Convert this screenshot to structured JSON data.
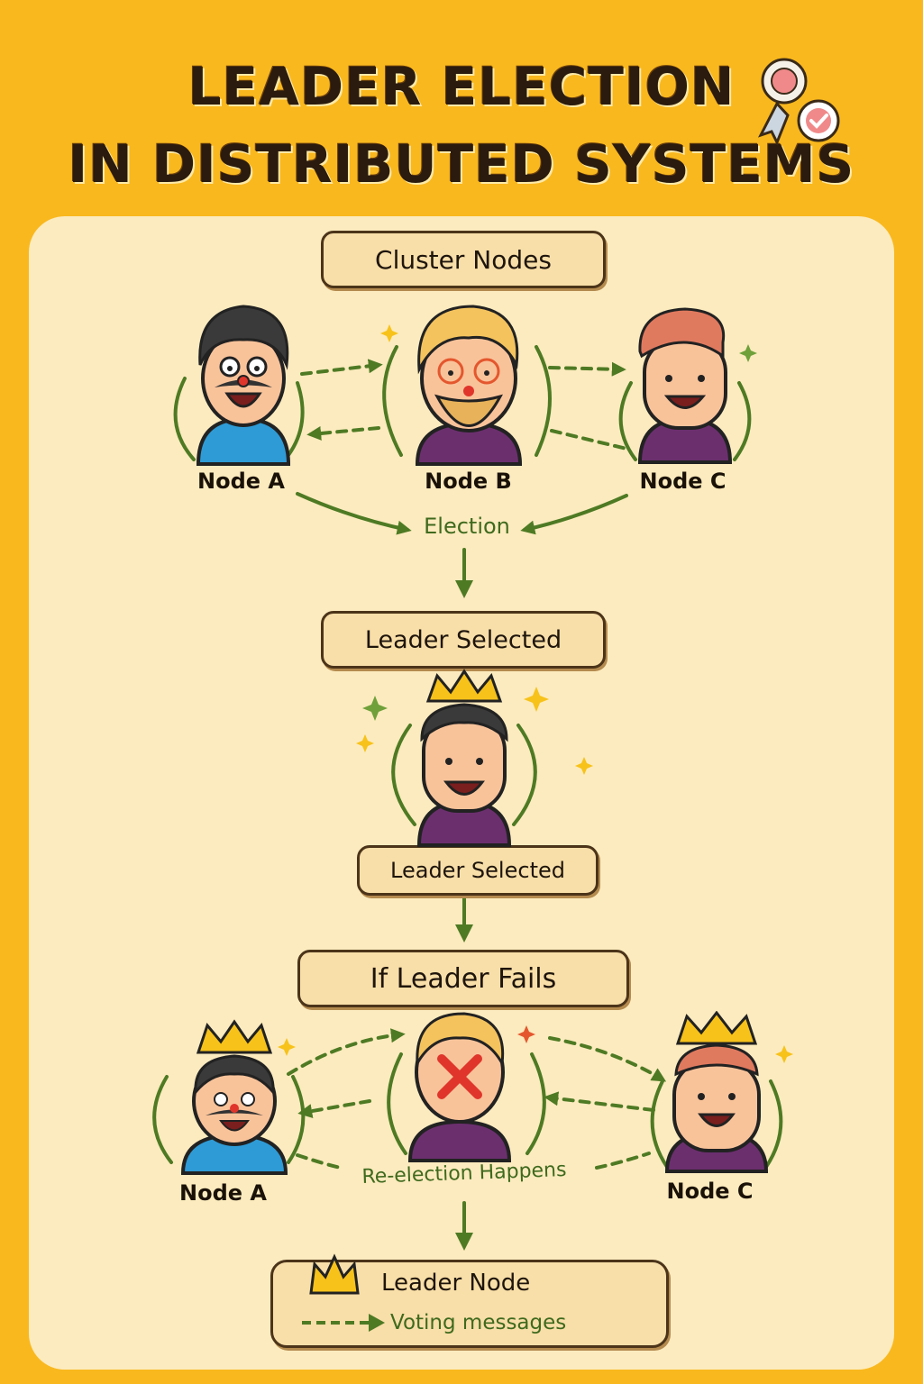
{
  "title": {
    "line1": "LEADER ELECTION",
    "line2": "IN DISTRIBUTED SYSTEMS"
  },
  "sections": {
    "cluster_nodes": "Cluster Nodes",
    "election": "Election",
    "leader_selected_heading": "Leader Selected",
    "leader_selected_caption": "Leader Selected",
    "if_leader_fails": "If Leader Fails",
    "re_election": "Re-election Happens"
  },
  "nodes_top": {
    "a": "Node A",
    "b": "Node B",
    "c": "Node C"
  },
  "nodes_bottom": {
    "a": "Node A",
    "c": "Node C"
  },
  "legend": {
    "leader_node": "Leader Node",
    "voting_messages": "Voting messages"
  },
  "colors": {
    "background": "#F9B81E",
    "panel": "#FCEBBE",
    "arrow_green": "#4E7A24",
    "crown_gold": "#F7C21A",
    "shirt_blue": "#2E9BD6",
    "shirt_purple": "#6B2F6E",
    "fail_red": "#E0352B"
  },
  "icons": [
    "ribbon-badge-icon",
    "crown-icon",
    "x-mark-icon",
    "dashed-arrow-icon"
  ]
}
